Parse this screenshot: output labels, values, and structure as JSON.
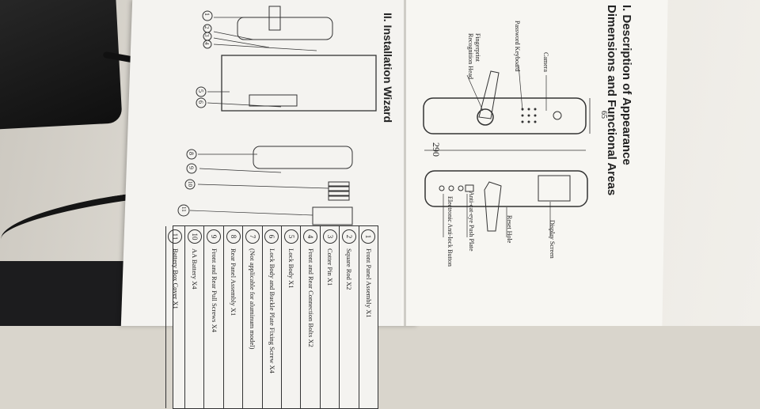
{
  "section_one": {
    "title_line1": "I. Description of Appearance",
    "title_line2": "Dimensions and Functional Areas"
  },
  "dimensions": {
    "width": "65",
    "height": "290"
  },
  "front_labels": {
    "camera": "Camera",
    "keyboard": "Password Keyboard",
    "fingerprint": "Fingerprint Recognition Head"
  },
  "back_labels": {
    "display": "Display Screen",
    "reset": "Reset Hole",
    "anti_cat_eye": "Anti-cat-eye Push Plate",
    "anti_lock": "Electronic Anti-lock Button"
  },
  "section_two": {
    "title": "II. Installation Wizard"
  },
  "callouts": [
    "1",
    "2",
    "3",
    "4",
    "5",
    "6",
    "8",
    "9",
    "10",
    "11"
  ],
  "parts": [
    {
      "num": "1",
      "name": "Front Panel Assembly X1"
    },
    {
      "num": "2",
      "name": "Square Rod X2"
    },
    {
      "num": "3",
      "name": "Cotter Pin X1"
    },
    {
      "num": "4",
      "name": "Front and Rear Connection Bolts X2"
    },
    {
      "num": "5",
      "name": "Lock Body X1"
    },
    {
      "num": "6",
      "name": "Lock Body and Buckle Plate Fixing Screw X4"
    },
    {
      "num": "7",
      "name": "(Not applicable for aluminum model)"
    },
    {
      "num": "8",
      "name": "Rear Panel Assembly X1"
    },
    {
      "num": "9",
      "name": "Front and Rear Pull Screws X4"
    },
    {
      "num": "10",
      "name": "AA Battery X4"
    },
    {
      "num": "11",
      "name": "Battery Box Cover X1"
    }
  ]
}
